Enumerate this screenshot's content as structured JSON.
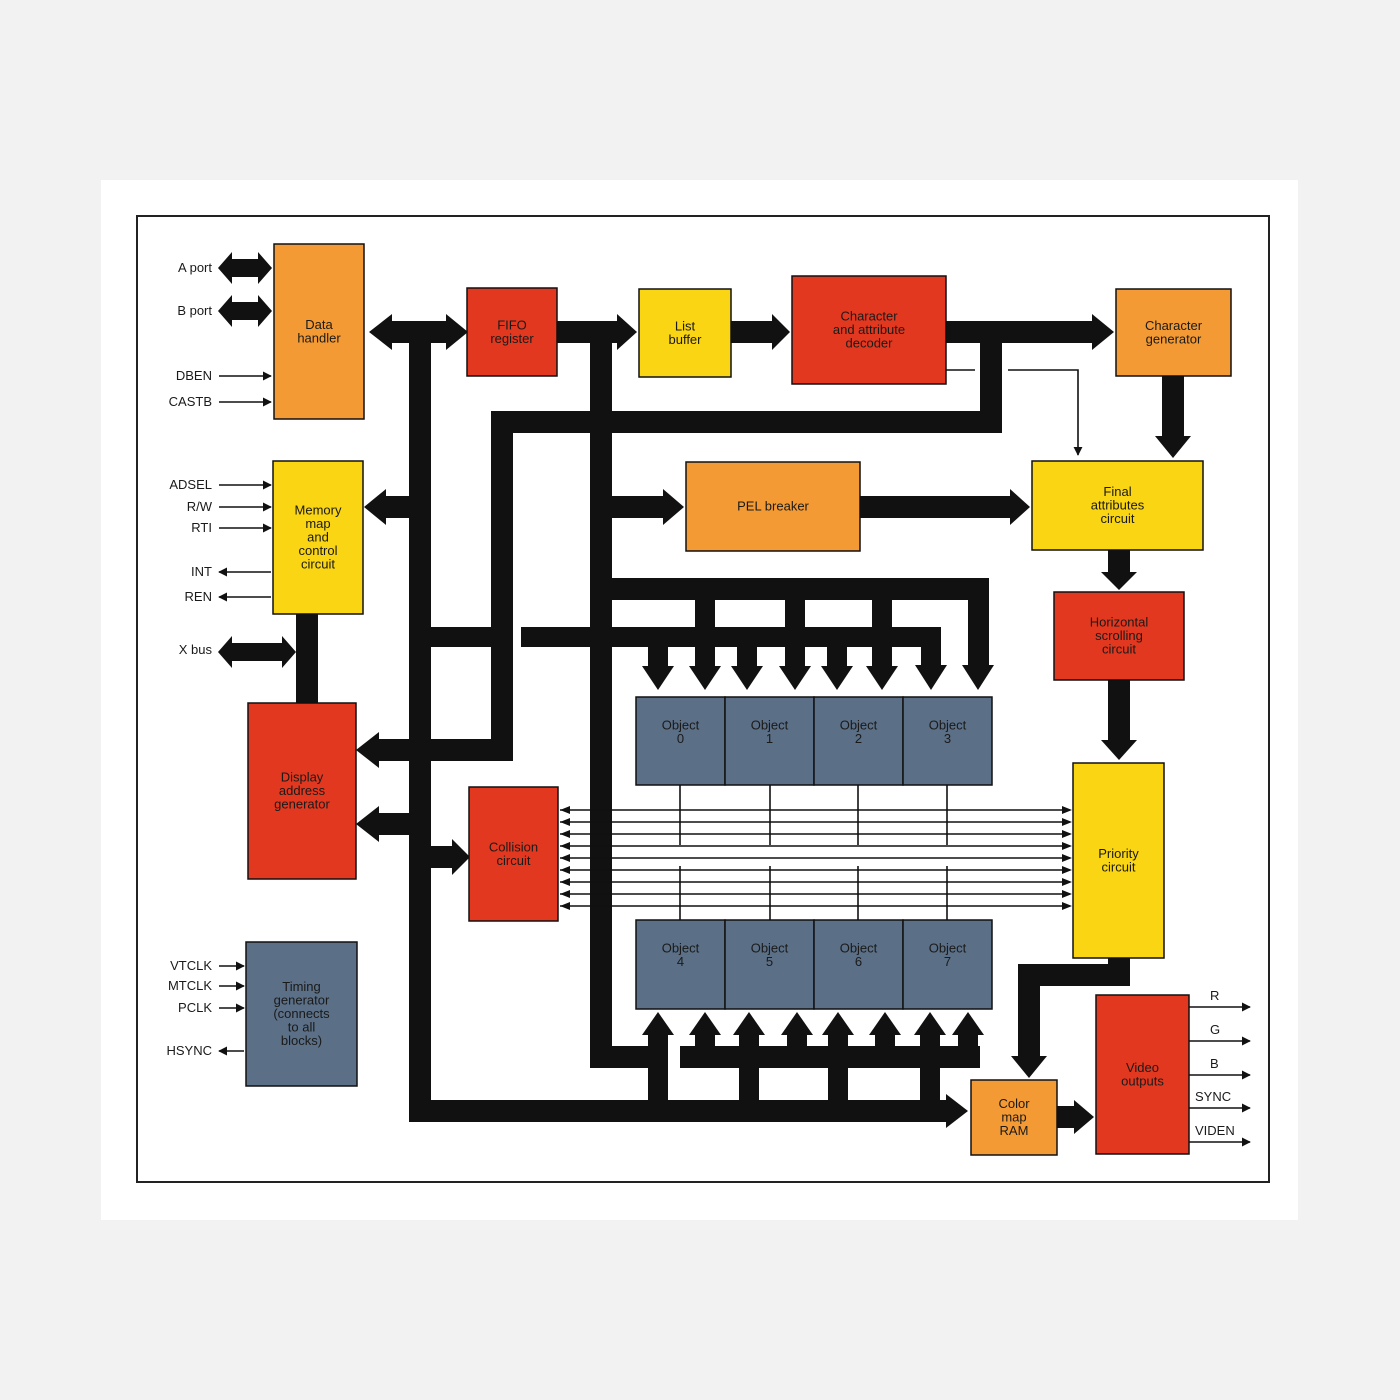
{
  "colors": {
    "orange": "#f39a34",
    "red": "#e2381f",
    "yellow": "#fad514",
    "slate": "#5b6f86",
    "bus": "#111111"
  },
  "blocks": {
    "data_handler": [
      "Data",
      "handler"
    ],
    "fifo_register": [
      "FIFO",
      "register"
    ],
    "list_buffer": [
      "List",
      "buffer"
    ],
    "char_attr_decoder": [
      "Character",
      "and attribute",
      "decoder"
    ],
    "character_generator": [
      "Character",
      "generator"
    ],
    "memory_map": [
      "Memory",
      "map",
      "and",
      "control",
      "circuit"
    ],
    "pel_breaker": [
      "PEL breaker"
    ],
    "final_attributes": [
      "Final",
      "attributes",
      "circuit"
    ],
    "horizontal_scrolling": [
      "Horizontal",
      "scrolling",
      "circuit"
    ],
    "display_address_generator": [
      "Display",
      "address",
      "generator"
    ],
    "collision_circuit": [
      "Collision",
      "circuit"
    ],
    "priority_circuit": [
      "Priority",
      "circuit"
    ],
    "timing_generator": [
      "Timing",
      "generator",
      "(connects",
      "to all",
      "blocks)"
    ],
    "color_map_ram": [
      "Color",
      "map",
      "RAM"
    ],
    "video_outputs": [
      "Video",
      "outputs"
    ],
    "object0": [
      "Object",
      "0"
    ],
    "object1": [
      "Object",
      "1"
    ],
    "object2": [
      "Object",
      "2"
    ],
    "object3": [
      "Object",
      "3"
    ],
    "object4": [
      "Object",
      "4"
    ],
    "object5": [
      "Object",
      "5"
    ],
    "object6": [
      "Object",
      "6"
    ],
    "object7": [
      "Object",
      "7"
    ]
  },
  "signals": {
    "a_port": "A port",
    "b_port": "B port",
    "dben": "DBEN",
    "castb": "CASTB",
    "adsel": "ADSEL",
    "rw": "R/W",
    "rti": "RTI",
    "int": "INT",
    "ren": "REN",
    "x_bus": "X bus",
    "vtclk": "VTCLK",
    "mtclk": "MTCLK",
    "pclk": "PCLK",
    "hsync": "HSYNC",
    "r": "R",
    "g": "G",
    "b": "B",
    "sync": "SYNC",
    "viden": "VIDEN"
  }
}
